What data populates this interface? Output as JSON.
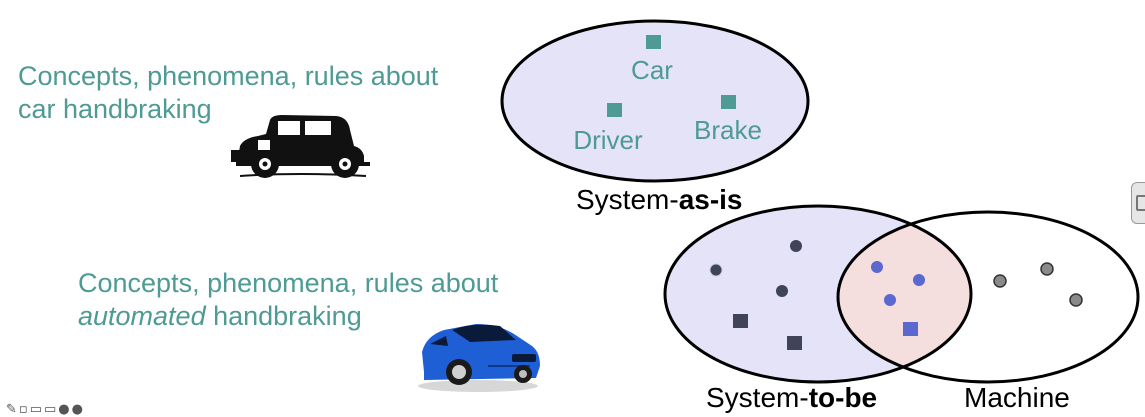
{
  "top_caption": {
    "line1": "Concepts, phenomena, rules about",
    "line2": "car handbraking"
  },
  "bottom_caption": {
    "line1": "Concepts, phenomena, rules about",
    "line2_italic": "automated",
    "line2_rest": " handbraking"
  },
  "as_is": {
    "concepts": [
      "Car",
      "Driver",
      "Brake"
    ],
    "label_prefix": "System-",
    "label_bold": "as-is"
  },
  "to_be": {
    "label_prefix": "System-",
    "label_bold": "to-be"
  },
  "machine": {
    "label": "Machine"
  },
  "colors": {
    "caption_text": "#4e9a94",
    "concept_square": "#4e9a94",
    "as_is_fill": "#e4e3f7",
    "to_be_fill": "#e4e3f7",
    "overlap_fill": "#f5dede",
    "to_be_marker": "#3f4458",
    "shared_marker": "#5a68d0",
    "machine_marker": "#8a8a8a"
  },
  "icons": {
    "old_car": "vintage-car-icon",
    "new_car": "blue-sports-car-icon",
    "side_tab": "sidebar-tab-icon"
  }
}
